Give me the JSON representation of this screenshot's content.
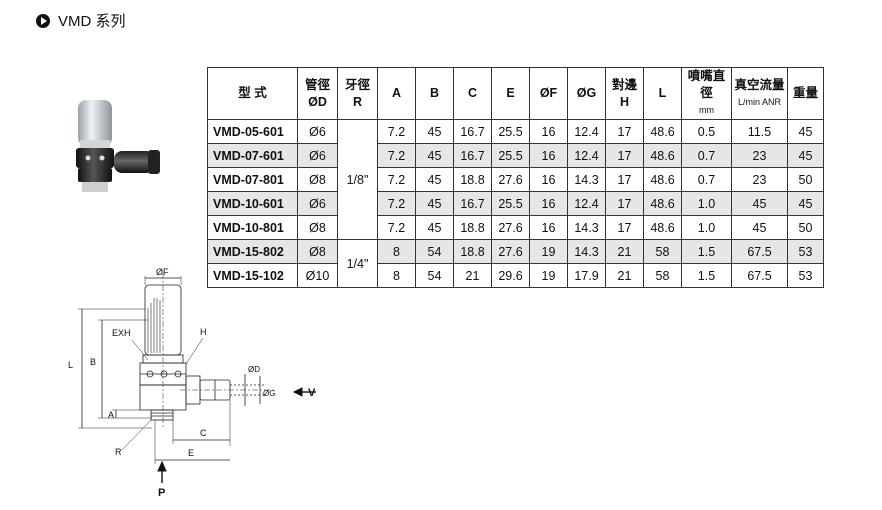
{
  "page": {
    "title": "VMD 系列"
  },
  "table": {
    "headers": [
      {
        "main": "型 式",
        "sub": ""
      },
      {
        "main": "管徑",
        "sub": "ØD"
      },
      {
        "main": "牙徑",
        "sub": "R"
      },
      {
        "main": "A",
        "sub": ""
      },
      {
        "main": "B",
        "sub": ""
      },
      {
        "main": "C",
        "sub": ""
      },
      {
        "main": "E",
        "sub": ""
      },
      {
        "main": "ØF",
        "sub": ""
      },
      {
        "main": "ØG",
        "sub": ""
      },
      {
        "main": "對邊",
        "sub": "H"
      },
      {
        "main": "L",
        "sub": ""
      },
      {
        "main": "噴嘴直徑",
        "sub": "mm"
      },
      {
        "main": "真空流量",
        "sub": "L/min ANR"
      },
      {
        "main": "重量",
        "sub": ""
      }
    ],
    "thread_1": "1/8\"",
    "thread_2": "1/4\"",
    "rows": [
      {
        "model": "VMD-05-601",
        "d": "Ø6",
        "a": "7.2",
        "b": "45",
        "c": "16.7",
        "e": "25.5",
        "f": "16",
        "g": "12.4",
        "h": "17",
        "l": "48.6",
        "nozzle": "0.5",
        "flow": "11.5",
        "weight": "45"
      },
      {
        "model": "VMD-07-601",
        "d": "Ø6",
        "a": "7.2",
        "b": "45",
        "c": "16.7",
        "e": "25.5",
        "f": "16",
        "g": "12.4",
        "h": "17",
        "l": "48.6",
        "nozzle": "0.7",
        "flow": "23",
        "weight": "45"
      },
      {
        "model": "VMD-07-801",
        "d": "Ø8",
        "a": "7.2",
        "b": "45",
        "c": "18.8",
        "e": "27.6",
        "f": "16",
        "g": "14.3",
        "h": "17",
        "l": "48.6",
        "nozzle": "0.7",
        "flow": "23",
        "weight": "50"
      },
      {
        "model": "VMD-10-601",
        "d": "Ø6",
        "a": "7.2",
        "b": "45",
        "c": "16.7",
        "e": "25.5",
        "f": "16",
        "g": "12.4",
        "h": "17",
        "l": "48.6",
        "nozzle": "1.0",
        "flow": "45",
        "weight": "45"
      },
      {
        "model": "VMD-10-801",
        "d": "Ø8",
        "a": "7.2",
        "b": "45",
        "c": "18.8",
        "e": "27.6",
        "f": "16",
        "g": "14.3",
        "h": "17",
        "l": "48.6",
        "nozzle": "1.0",
        "flow": "45",
        "weight": "50"
      },
      {
        "model": "VMD-15-802",
        "d": "Ø8",
        "a": "8",
        "b": "54",
        "c": "18.8",
        "e": "27.6",
        "f": "19",
        "g": "14.3",
        "h": "21",
        "l": "58",
        "nozzle": "1.5",
        "flow": "67.5",
        "weight": "53"
      },
      {
        "model": "VMD-15-102",
        "d": "Ø10",
        "a": "8",
        "b": "54",
        "c": "21",
        "e": "29.6",
        "f": "19",
        "g": "17.9",
        "h": "21",
        "l": "58",
        "nozzle": "1.5",
        "flow": "67.5",
        "weight": "53"
      }
    ]
  },
  "drawing": {
    "labels": {
      "f": "ØF",
      "exh": "EXH",
      "h": "H",
      "l": "L",
      "b": "B",
      "d": "ØD",
      "g": "ØG",
      "v": "V",
      "a": "A",
      "c": "C",
      "r": "R",
      "e": "E",
      "p": "P"
    }
  }
}
